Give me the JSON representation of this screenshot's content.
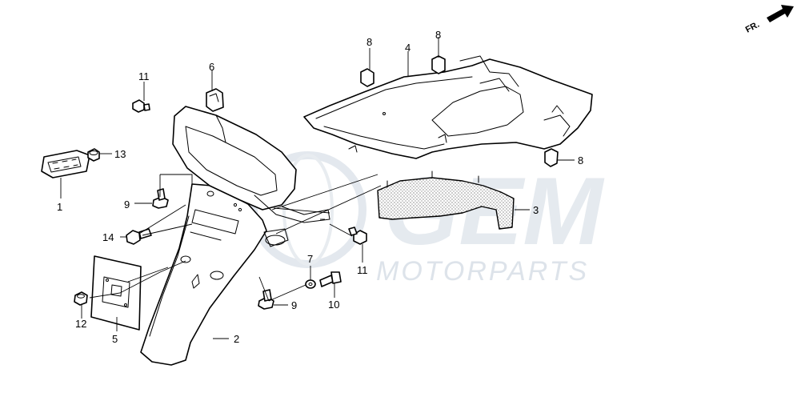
{
  "watermark": {
    "logo_text": "GEM",
    "brand_text": "MOTORPARTS",
    "color": "#dde3ea"
  },
  "orientation_marker": {
    "label": "FR.",
    "icon": "arrow-icon"
  },
  "callouts": [
    {
      "id": "c1",
      "label": "1"
    },
    {
      "id": "c2",
      "label": "2"
    },
    {
      "id": "c3",
      "label": "3"
    },
    {
      "id": "c4",
      "label": "4"
    },
    {
      "id": "c5",
      "label": "5"
    },
    {
      "id": "c6",
      "label": "6"
    },
    {
      "id": "c7",
      "label": "7"
    },
    {
      "id": "c8a",
      "label": "8"
    },
    {
      "id": "c8b",
      "label": "8"
    },
    {
      "id": "c8c",
      "label": "8"
    },
    {
      "id": "c9a",
      "label": "9"
    },
    {
      "id": "c9b",
      "label": "9"
    },
    {
      "id": "c10",
      "label": "10"
    },
    {
      "id": "c11a",
      "label": "11"
    },
    {
      "id": "c11b",
      "label": "11"
    },
    {
      "id": "c12",
      "label": "12"
    },
    {
      "id": "c13",
      "label": "13"
    },
    {
      "id": "c14",
      "label": "14"
    }
  ]
}
